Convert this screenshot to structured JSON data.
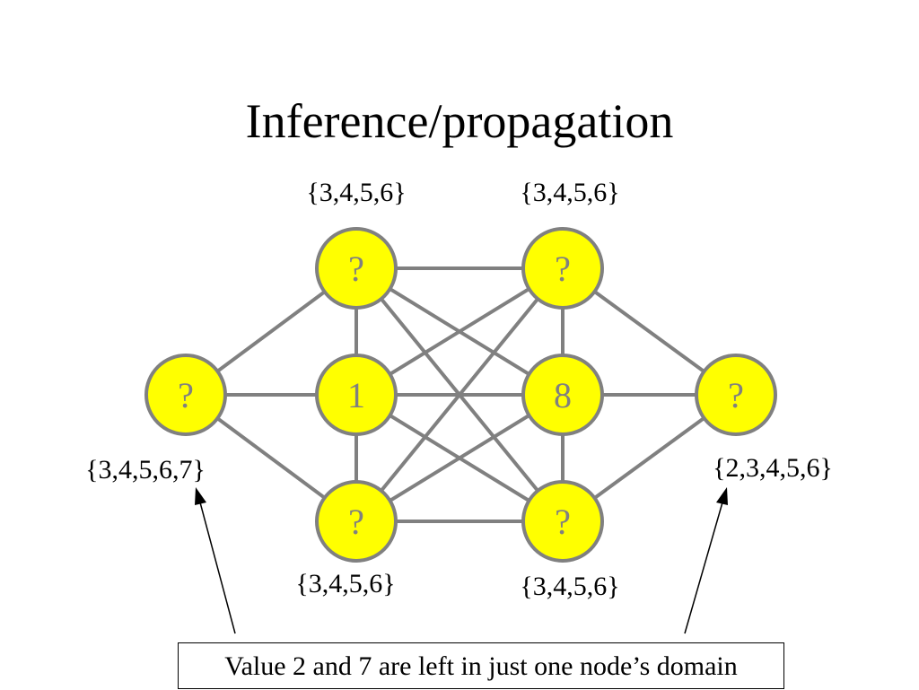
{
  "title": "Inference/propagation",
  "colors": {
    "node_fill": "#ffff00",
    "node_stroke": "#808080",
    "edge": "#808080",
    "node_text": "#808080",
    "arrow": "#000000"
  },
  "nodes": [
    {
      "id": "left",
      "value": "?",
      "domain": "{3,4,5,6,7}"
    },
    {
      "id": "top-left",
      "value": "?",
      "domain": "{3,4,5,6}"
    },
    {
      "id": "middle-left",
      "value": "1",
      "domain": ""
    },
    {
      "id": "bottom-left",
      "value": "?",
      "domain": "{3,4,5,6}"
    },
    {
      "id": "top-right",
      "value": "?",
      "domain": "{3,4,5,6}"
    },
    {
      "id": "middle-right",
      "value": "8",
      "domain": ""
    },
    {
      "id": "bottom-right",
      "value": "?",
      "domain": "{3,4,5,6}"
    },
    {
      "id": "right",
      "value": "?",
      "domain": "{2,3,4,5,6}"
    }
  ],
  "edges": [
    [
      "left",
      "top-left"
    ],
    [
      "left",
      "middle-left"
    ],
    [
      "left",
      "bottom-left"
    ],
    [
      "top-left",
      "middle-left"
    ],
    [
      "middle-left",
      "bottom-left"
    ],
    [
      "top-right",
      "middle-right"
    ],
    [
      "middle-right",
      "bottom-right"
    ],
    [
      "top-left",
      "top-right"
    ],
    [
      "top-left",
      "middle-right"
    ],
    [
      "top-left",
      "bottom-right"
    ],
    [
      "middle-left",
      "top-right"
    ],
    [
      "middle-left",
      "middle-right"
    ],
    [
      "middle-left",
      "bottom-right"
    ],
    [
      "bottom-left",
      "top-right"
    ],
    [
      "bottom-left",
      "middle-right"
    ],
    [
      "bottom-left",
      "bottom-right"
    ],
    [
      "top-right",
      "right"
    ],
    [
      "middle-right",
      "right"
    ],
    [
      "bottom-right",
      "right"
    ]
  ],
  "callout": {
    "text": "Value 2 and 7 are left in just one node’s domain"
  }
}
